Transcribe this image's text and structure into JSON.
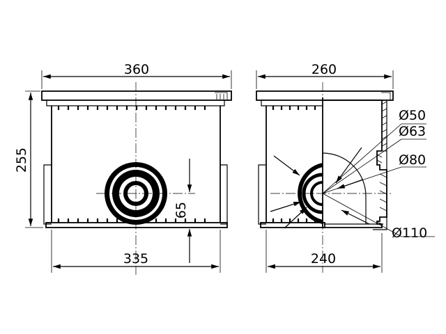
{
  "dimensions": {
    "front_top_width": "360",
    "front_height": "255",
    "front_bottom_width": "335",
    "outlet_height": "65",
    "side_top_width": "260",
    "side_bottom_width": "240"
  },
  "pipe_diameters": {
    "d50": "Ø50",
    "d63": "Ø63",
    "d80": "Ø80",
    "d110": "Ø110"
  }
}
